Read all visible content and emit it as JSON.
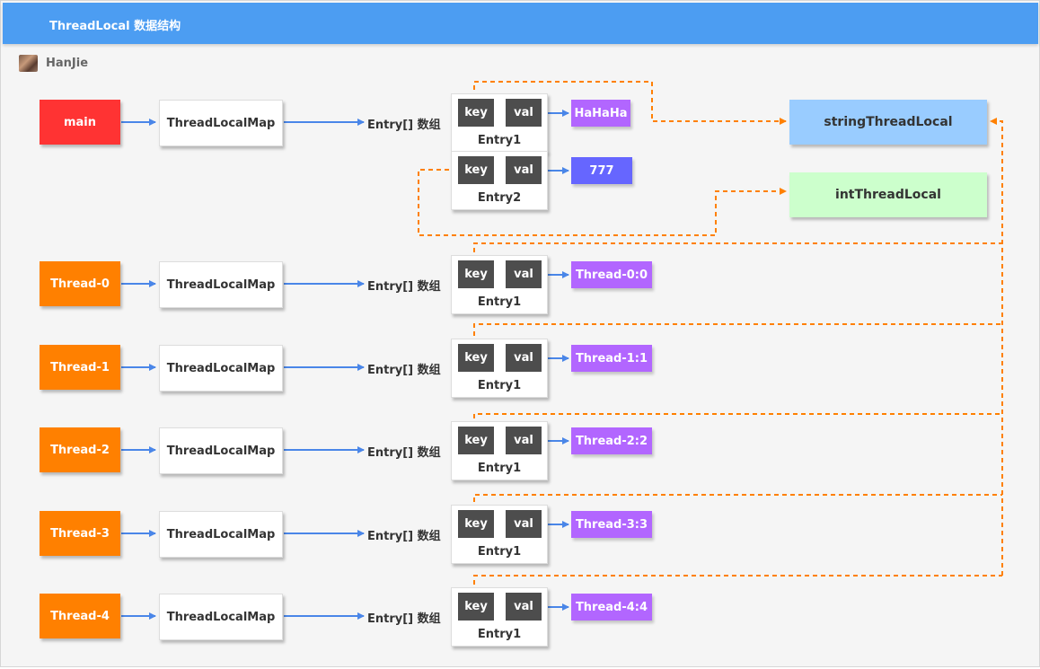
{
  "header": {
    "title": "ThreadLocal 数据结构"
  },
  "author": {
    "name": "HanJie"
  },
  "rows": [
    {
      "thread": "main",
      "map": "ThreadLocalMap",
      "array": "Entry[] 数组",
      "entries": [
        {
          "key": "key",
          "val": "val",
          "name": "Entry1",
          "value": "HaHaHa",
          "color": "#b266ff"
        },
        {
          "key": "key",
          "val": "val",
          "name": "Entry2",
          "value": "777",
          "color": "#6666ff"
        }
      ]
    },
    {
      "thread": "Thread-0",
      "map": "ThreadLocalMap",
      "array": "Entry[] 数组",
      "entries": [
        {
          "key": "key",
          "val": "val",
          "name": "Entry1",
          "value": "Thread-0:0",
          "color": "#b266ff"
        }
      ]
    },
    {
      "thread": "Thread-1",
      "map": "ThreadLocalMap",
      "array": "Entry[] 数组",
      "entries": [
        {
          "key": "key",
          "val": "val",
          "name": "Entry1",
          "value": "Thread-1:1",
          "color": "#b266ff"
        }
      ]
    },
    {
      "thread": "Thread-2",
      "map": "ThreadLocalMap",
      "array": "Entry[] 数组",
      "entries": [
        {
          "key": "key",
          "val": "val",
          "name": "Entry1",
          "value": "Thread-2:2",
          "color": "#b266ff"
        }
      ]
    },
    {
      "thread": "Thread-3",
      "map": "ThreadLocalMap",
      "array": "Entry[] 数组",
      "entries": [
        {
          "key": "key",
          "val": "val",
          "name": "Entry1",
          "value": "Thread-3:3",
          "color": "#b266ff"
        }
      ]
    },
    {
      "thread": "Thread-4",
      "map": "ThreadLocalMap",
      "array": "Entry[] 数组",
      "entries": [
        {
          "key": "key",
          "val": "val",
          "name": "Entry1",
          "value": "Thread-4:4",
          "color": "#b266ff"
        }
      ]
    }
  ],
  "thread_locals": {
    "string": "stringThreadLocal",
    "int": "intThreadLocal"
  },
  "colors": {
    "header": "#4c9df2",
    "main_thread": "#ff3333",
    "thread": "#ff8000",
    "key_val": "#4d4d4d",
    "solid_arrow": "#4a86e8",
    "dashed_arrow": "#ff8000",
    "string_thread_local": "#99ccff",
    "int_thread_local": "#ccffcc"
  }
}
